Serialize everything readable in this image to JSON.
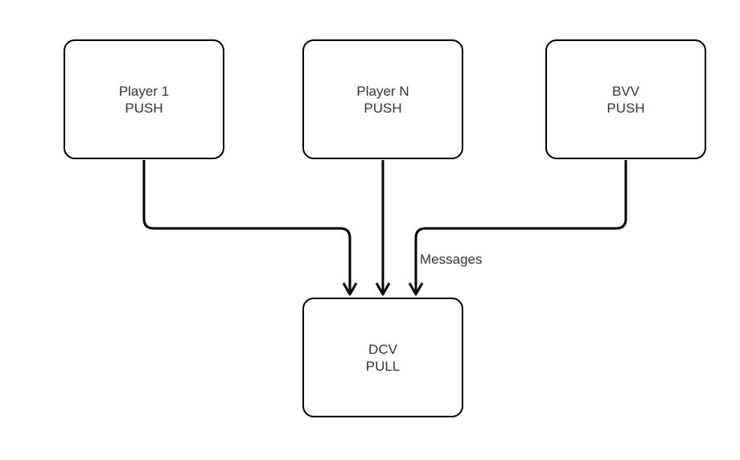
{
  "nodes": {
    "player1": {
      "line1": "Player 1",
      "line2": "PUSH"
    },
    "playerN": {
      "line1": "Player N",
      "line2": "PUSH"
    },
    "bvv": {
      "line1": "BVV",
      "line2": "PUSH"
    },
    "dcv": {
      "line1": "DCV",
      "line2": "PULL"
    }
  },
  "edges": [
    {
      "from": "Player 1",
      "to": "DCV",
      "label": ""
    },
    {
      "from": "Player N",
      "to": "DCV",
      "label": ""
    },
    {
      "from": "BVV",
      "to": "DCV",
      "label": "Messages"
    }
  ],
  "colors": {
    "stroke": "#000000",
    "text": "#333333",
    "background": "#ffffff"
  }
}
